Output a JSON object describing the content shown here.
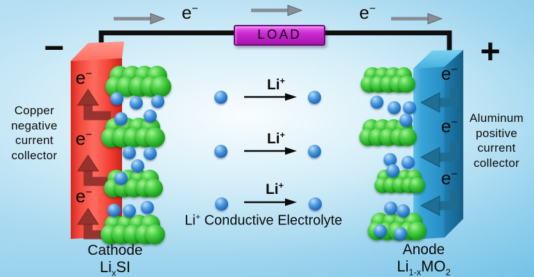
{
  "terminals": {
    "negative_sign": "−",
    "positive_sign": "+"
  },
  "load": {
    "label": "LOAD"
  },
  "electron": {
    "base": "e",
    "sup": "−"
  },
  "lithium": {
    "base": "Li",
    "sup": "+"
  },
  "electrolyte": {
    "pre": "Li",
    "sup": "+",
    "rest": " Conductive Electrolyte"
  },
  "collector_left": {
    "lines": [
      "Copper",
      "negative",
      "current",
      "collector"
    ]
  },
  "collector_right": {
    "lines": [
      "Aluminum",
      "positive",
      "current",
      "collector"
    ]
  },
  "cathode": {
    "name": "Cathode",
    "formula": {
      "li": "Li",
      "sub": "x",
      "rest": "SI"
    }
  },
  "anode": {
    "name": "Anode",
    "formula": {
      "li": "Li",
      "sub1": "1-x",
      "mid": "MO",
      "sub2": "2"
    }
  },
  "colors": {
    "background_edge": "#6fc0e6",
    "wire": "#0f0f0f",
    "load_fill": "#bb1cc2",
    "cathode_red": "#f0463a",
    "anode_blue": "#2c96cc",
    "particle_green": "#23a823",
    "ion_blue": "#1f6ec0",
    "electron_flow_arrow_gray": "#868d94",
    "cathode_internal_arrow": "#8f302c",
    "anode_internal_arrow": "#1e6b90"
  }
}
